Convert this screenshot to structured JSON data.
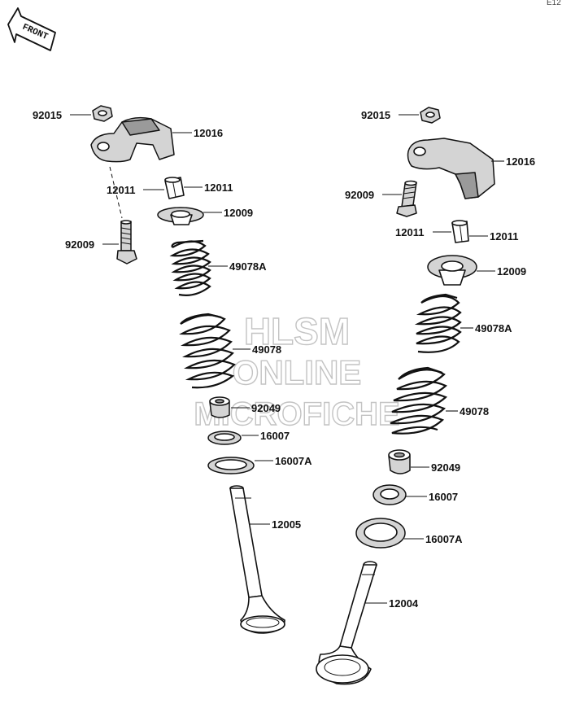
{
  "page_code": "E12",
  "front_label": "FRONT",
  "watermark": {
    "line1": "HLSM",
    "line2": "ONLINE",
    "line3": "MICROFICHE"
  },
  "left_group": {
    "p92015": "92015",
    "p12016": "12016",
    "p12011a": "12011",
    "p12011b": "12011",
    "p12009": "12009",
    "p92009": "92009",
    "p49078A": "49078A",
    "p49078": "49078",
    "p92049": "92049",
    "p16007": "16007",
    "p16007A": "16007A",
    "p12005": "12005"
  },
  "right_group": {
    "p92015": "92015",
    "p12016": "12016",
    "p92009": "92009",
    "p12011a": "12011",
    "p12011b": "12011",
    "p12009": "12009",
    "p49078A": "49078A",
    "p49078": "49078",
    "p92049": "92049",
    "p16007": "16007",
    "p16007A": "16007A",
    "p12004": "12004"
  }
}
